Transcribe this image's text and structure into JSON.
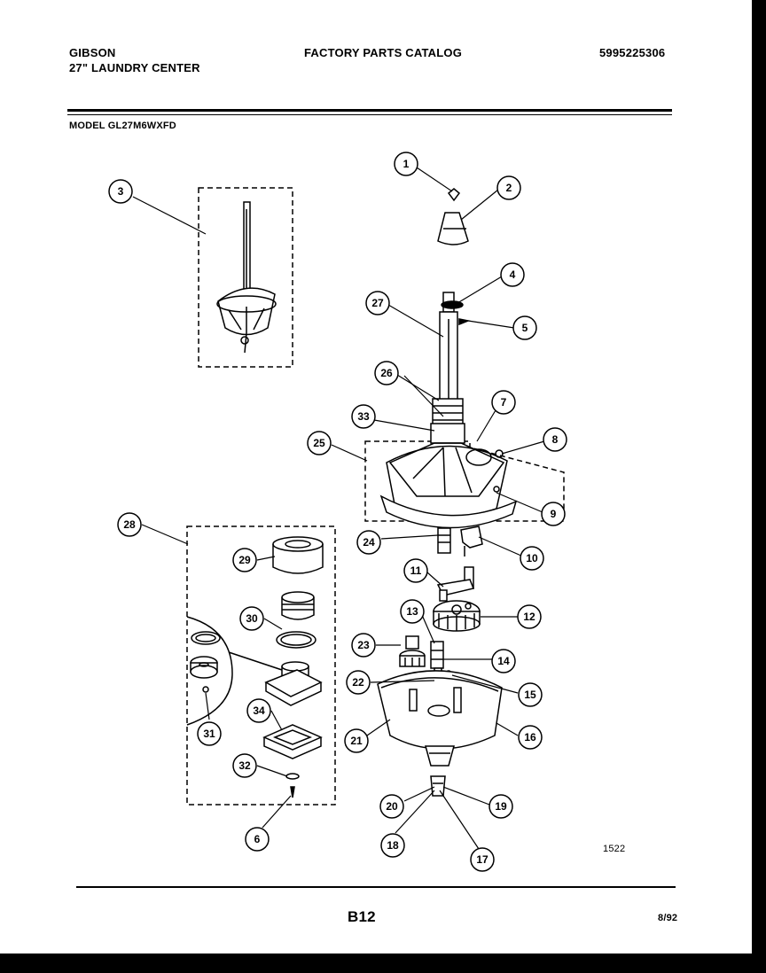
{
  "header": {
    "brand": "GIBSON",
    "product": "27\" LAUNDRY CENTER",
    "catalog_title": "FACTORY PARTS CATALOG",
    "catalog_number": "5995225306",
    "model": "MODEL GL27M6WXFD"
  },
  "footer": {
    "figure_number": "1522",
    "page_number": "B12",
    "date_code": "8/92"
  },
  "callouts": [
    "1",
    "2",
    "3",
    "4",
    "5",
    "6",
    "7",
    "8",
    "9",
    "10",
    "11",
    "12",
    "13",
    "14",
    "15",
    "16",
    "17",
    "18",
    "19",
    "20",
    "21",
    "22",
    "23",
    "24",
    "25",
    "26",
    "27",
    "28",
    "29",
    "30",
    "31",
    "32",
    "33",
    "34"
  ],
  "colors": {
    "ink": "#000000",
    "paper": "#ffffff"
  }
}
